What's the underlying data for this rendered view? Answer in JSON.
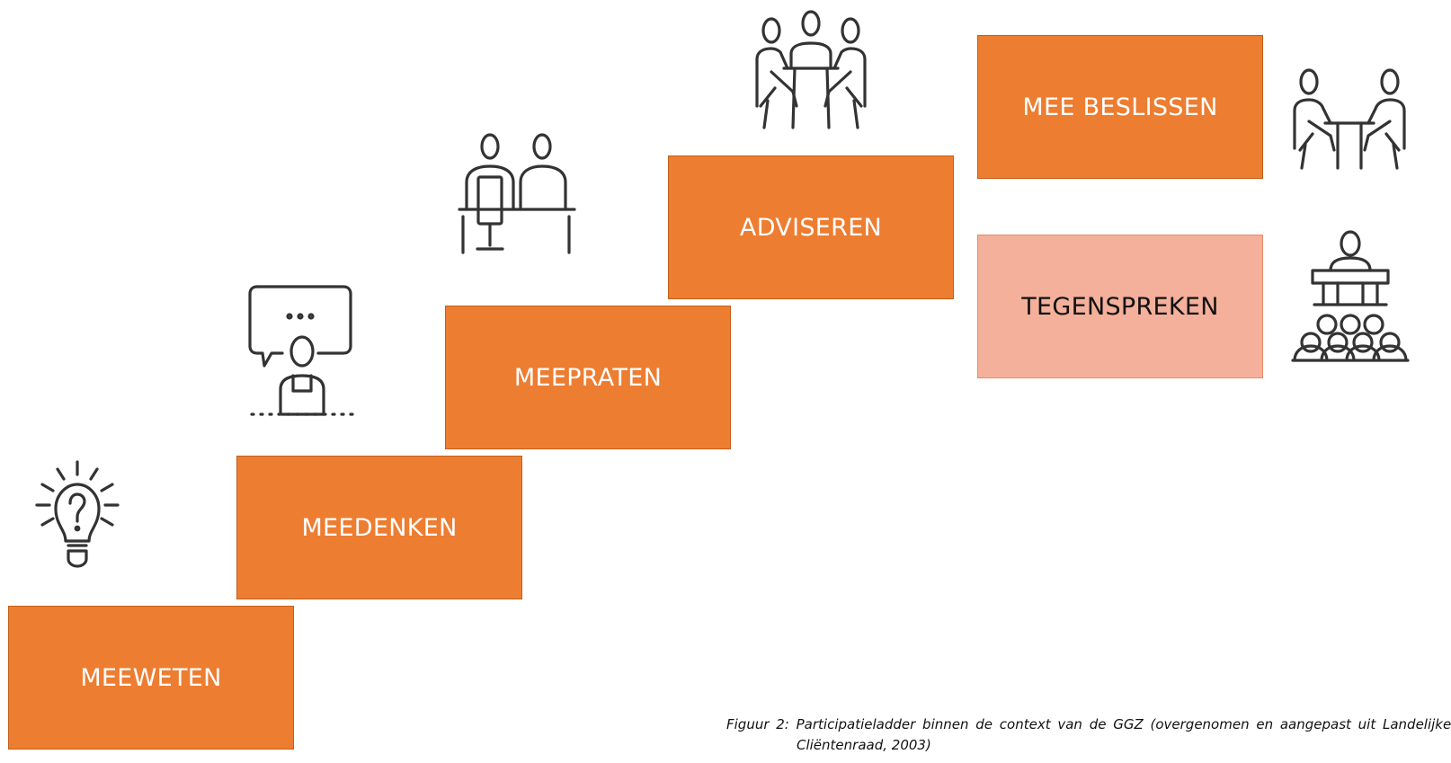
{
  "steps": [
    {
      "label": "MEEWETEN",
      "fill": "#ed7d31"
    },
    {
      "label": "MEEDENKEN",
      "fill": "#ed7d31"
    },
    {
      "label": "MEEPRATEN",
      "fill": "#ed7d31"
    },
    {
      "label": "ADVISEREN",
      "fill": "#ed7d31"
    },
    {
      "label": "MEE BESLISSEN",
      "fill": "#ed7d31"
    },
    {
      "label": "TEGENSPREKEN",
      "fill": "#f4b09a"
    }
  ],
  "icons": {
    "meeweten": "lightbulb-question-icon",
    "meedenken": "person-speech-bubble-icon",
    "meepraten": "two-people-desk-icon",
    "adviseren": "group-meeting-table-icon",
    "mee_beslissen": "two-people-table-icon",
    "tegenspreken": "speaker-podium-audience-icon"
  },
  "caption": {
    "line1": "Figuur 2: Participatieladder binnen de context van de GGZ (overgenomen en aangepast uit Landelijke",
    "line2": "Cliëntenraad, 2003)"
  }
}
